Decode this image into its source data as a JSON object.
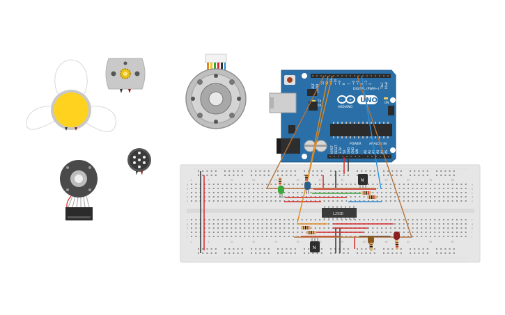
{
  "arduino": {
    "brand": "ARDUINO",
    "model": "UNO",
    "digital_header": "DIGITAL (PWM~)",
    "power_header": "POWER",
    "analog_header": "ANALOG IN",
    "on_label": "ON",
    "tx_label": "TX",
    "rx_label": "RX",
    "l_label": "L",
    "aref": "AREF",
    "gnd": "GND",
    "ioref": "IOREF",
    "reset": "RESET",
    "v33": "3.3V",
    "v5": "5V",
    "vin": "VIN",
    "a0": "A0",
    "a1": "A1",
    "a2": "A2",
    "a3": "A3",
    "a4": "A4",
    "a5": "A5",
    "pin13": "13",
    "pin12": "12",
    "pin11": "~11",
    "pin10": "~10",
    "pin9": "~9",
    "pin8": "8",
    "pin7": "7",
    "pin6": "~6",
    "pin5": "~5",
    "pin4": "4",
    "pin3": "~3",
    "pin2": "2",
    "pin1": "TX▸1",
    "pin0": "RX◂0"
  },
  "motor_driver": {
    "label": "L293D"
  },
  "transistors": {
    "label": "N"
  },
  "breadboard": {
    "col_numbers": [
      "1",
      "5",
      "10",
      "15",
      "20",
      "25",
      "30",
      "35",
      "40",
      "45",
      "50",
      "55",
      "60"
    ],
    "row_letters_top": [
      "a",
      "b",
      "c",
      "d",
      "e"
    ],
    "row_letters_bottom": [
      "f",
      "g",
      "h",
      "i",
      "j"
    ]
  },
  "colors": {
    "arduino_blue": "#2a6fa8",
    "breadboard": "#e6e6e6",
    "wire_brown": "#b5733a",
    "wire_orange": "#e08a1e",
    "wire_blue": "#2a8fd6",
    "wire_red": "#d62828",
    "wire_green": "#3aa03a",
    "led_green": "#3aa83a",
    "led_blue": "#2b5e88",
    "led_red": "#8c1f1f",
    "led_brown": "#8a5a1a"
  }
}
